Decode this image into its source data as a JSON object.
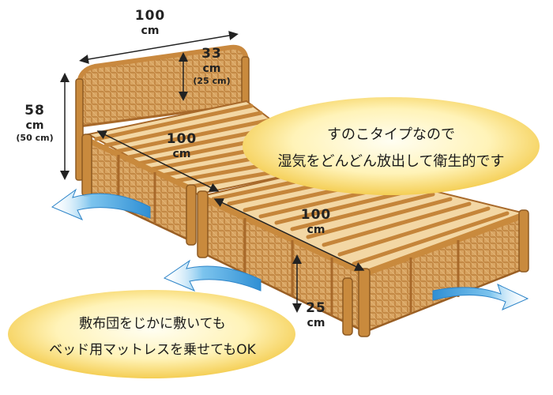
{
  "dimensions": {
    "headboard_length": {
      "value": "100",
      "unit": "cm"
    },
    "headboard_height": {
      "value": "33",
      "unit": "cm",
      "alt": "25",
      "alt_unit": "cm"
    },
    "overall_height": {
      "value": "58",
      "unit": "cm",
      "alt": "50",
      "alt_unit": "cm"
    },
    "frame1_length": {
      "value": "100",
      "unit": "cm"
    },
    "frame2_length": {
      "value": "100",
      "unit": "cm"
    },
    "leg_height": {
      "value": "25",
      "unit": "cm"
    }
  },
  "callouts": {
    "top_right": {
      "line1": "すのこタイプなので",
      "line2": "湿気をどんどん放出して衛生的です"
    },
    "bottom_left": {
      "line1": "敷布団をじかに敷いても",
      "line2": "ベッド用マットレスを乗せてもOK"
    }
  },
  "colors": {
    "bubble_center": "#fffbe0",
    "bubble_edge": "#f0c23a",
    "rattan": "#d89a48",
    "airflow": "#4aa6dd"
  }
}
